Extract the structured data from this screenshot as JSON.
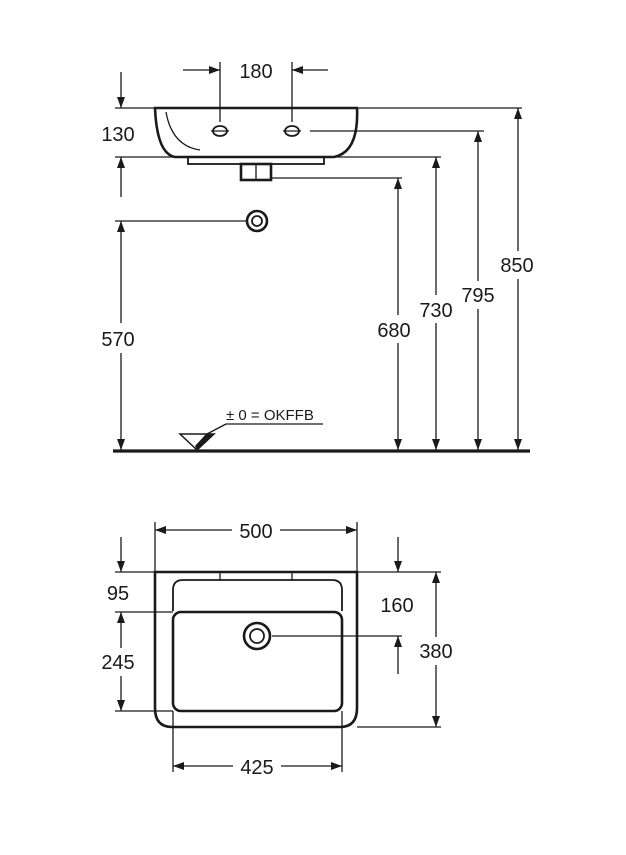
{
  "side_view": {
    "dims": {
      "tap_hole_spacing": "180",
      "rim_height": "130",
      "waste_height": "570",
      "height_680": "680",
      "height_730": "730",
      "height_795": "795",
      "height_850": "850"
    },
    "floor_reference": "± 0 = OKFFB"
  },
  "top_view": {
    "dims": {
      "overall_width": "500",
      "tap_ledge_depth": "95",
      "bowl_depth": "245",
      "drain_offset": "160",
      "overall_depth": "380",
      "bowl_width": "425"
    }
  }
}
